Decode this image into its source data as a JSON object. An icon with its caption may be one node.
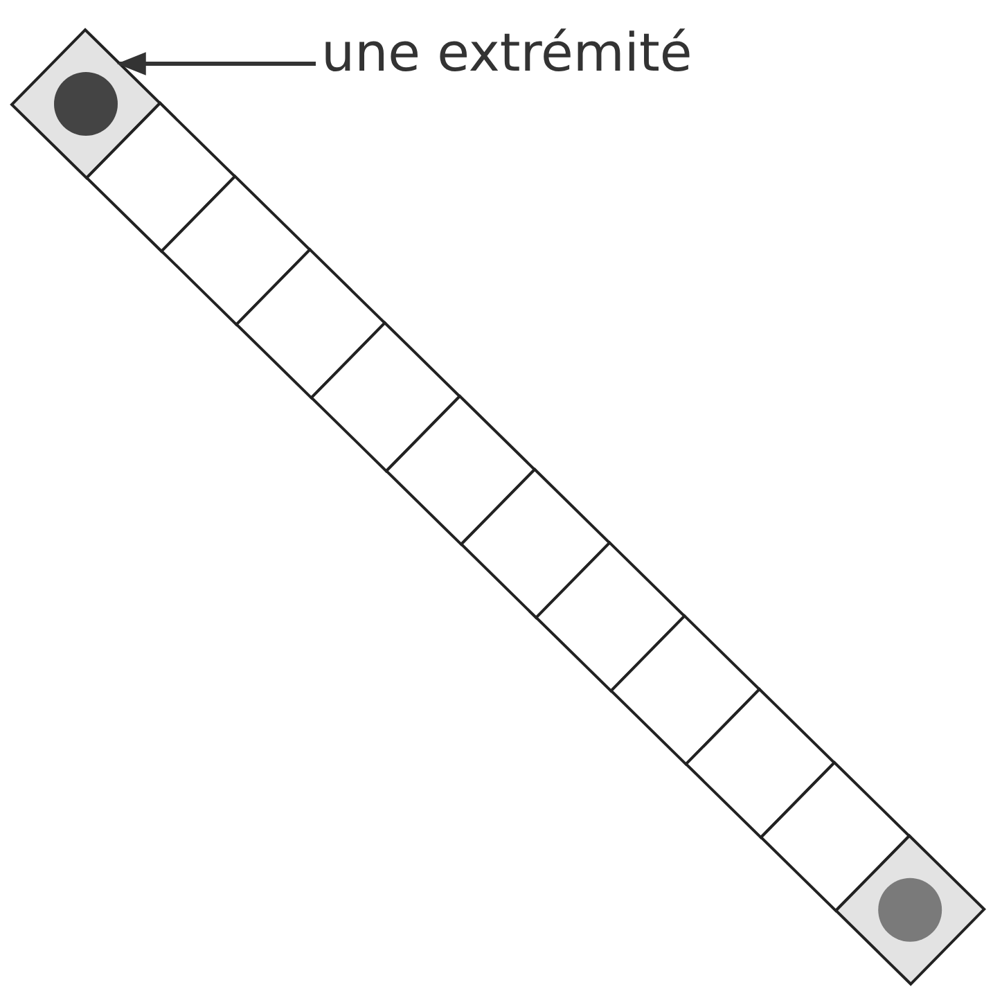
{
  "diagram": {
    "nodes": [
      {
        "text": [
          "une extrémité"
        ]
      },
      {
        "text": [],
        "shape": "diamond"
      },
      {
        "text": [],
        "shape": "diamond"
      },
      {
        "text": [],
        "shape": "diamond"
      },
      {
        "text": [],
        "shape": "diamond"
      },
      {
        "text": [],
        "shape": "diamond"
      },
      {
        "text": [],
        "shape": "diamond"
      },
      {
        "text": [],
        "shape": "diamond"
      },
      {
        "text": [],
        "shape": "diamond"
      },
      {
        "text": [],
        "shape": "diamond"
      },
      {
        "text": [],
        "shape": "diamond"
      },
      {
        "text": [],
        "shape": "diamond"
      },
      {
        "text": [],
        "shape": "diamond"
      }
    ],
    "edges": [
      {
        "from": 0,
        "to": 1,
        "arrow": "to"
      }
    ]
  }
}
